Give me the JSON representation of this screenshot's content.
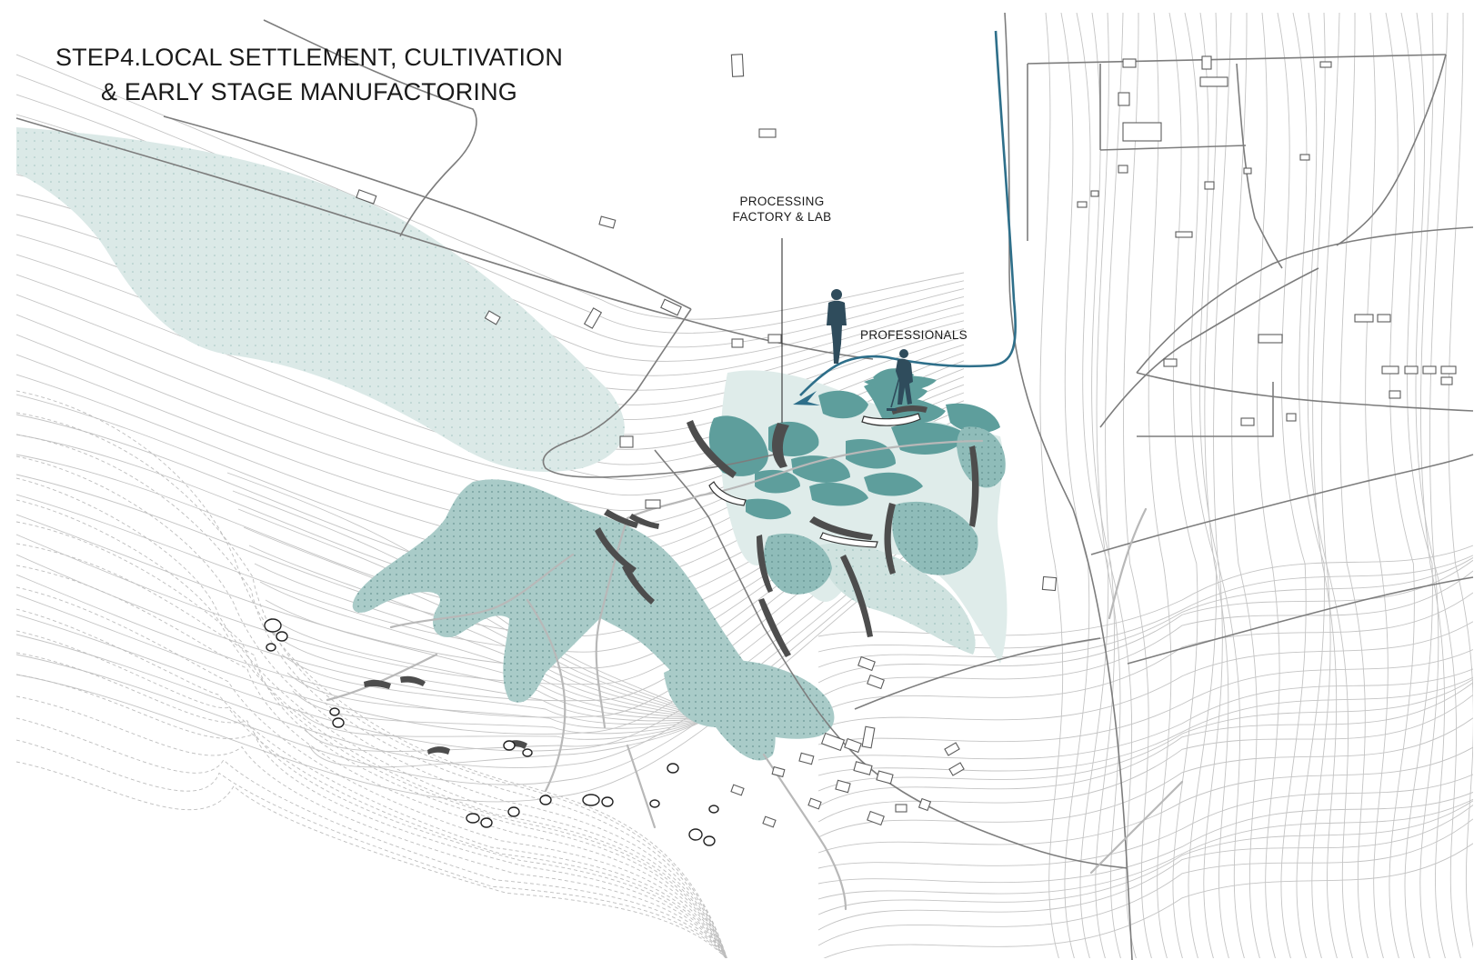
{
  "title": {
    "line1": "STEP4.LOCAL SETTLEMENT, CULTIVATION",
    "line2": "& EARLY STAGE MANUFACTORING"
  },
  "annotations": {
    "factory_line1": "PROCESSING",
    "factory_line2": "FACTORY & LAB",
    "professionals": "PROFESSIONALS"
  },
  "icons": [
    "standing-person-icon",
    "golfer-person-icon"
  ],
  "colors": {
    "background": "#ffffff",
    "contour": "#c4c4c4",
    "road": "#7d7d7d",
    "vegetation_light": "#dbe9e7",
    "vegetation_mid": "#a9cbc8",
    "terrace": "#5e9e9c",
    "water_route": "#2e6f8a",
    "wall": "#4d4d4d",
    "person": "#2f4c5c"
  }
}
